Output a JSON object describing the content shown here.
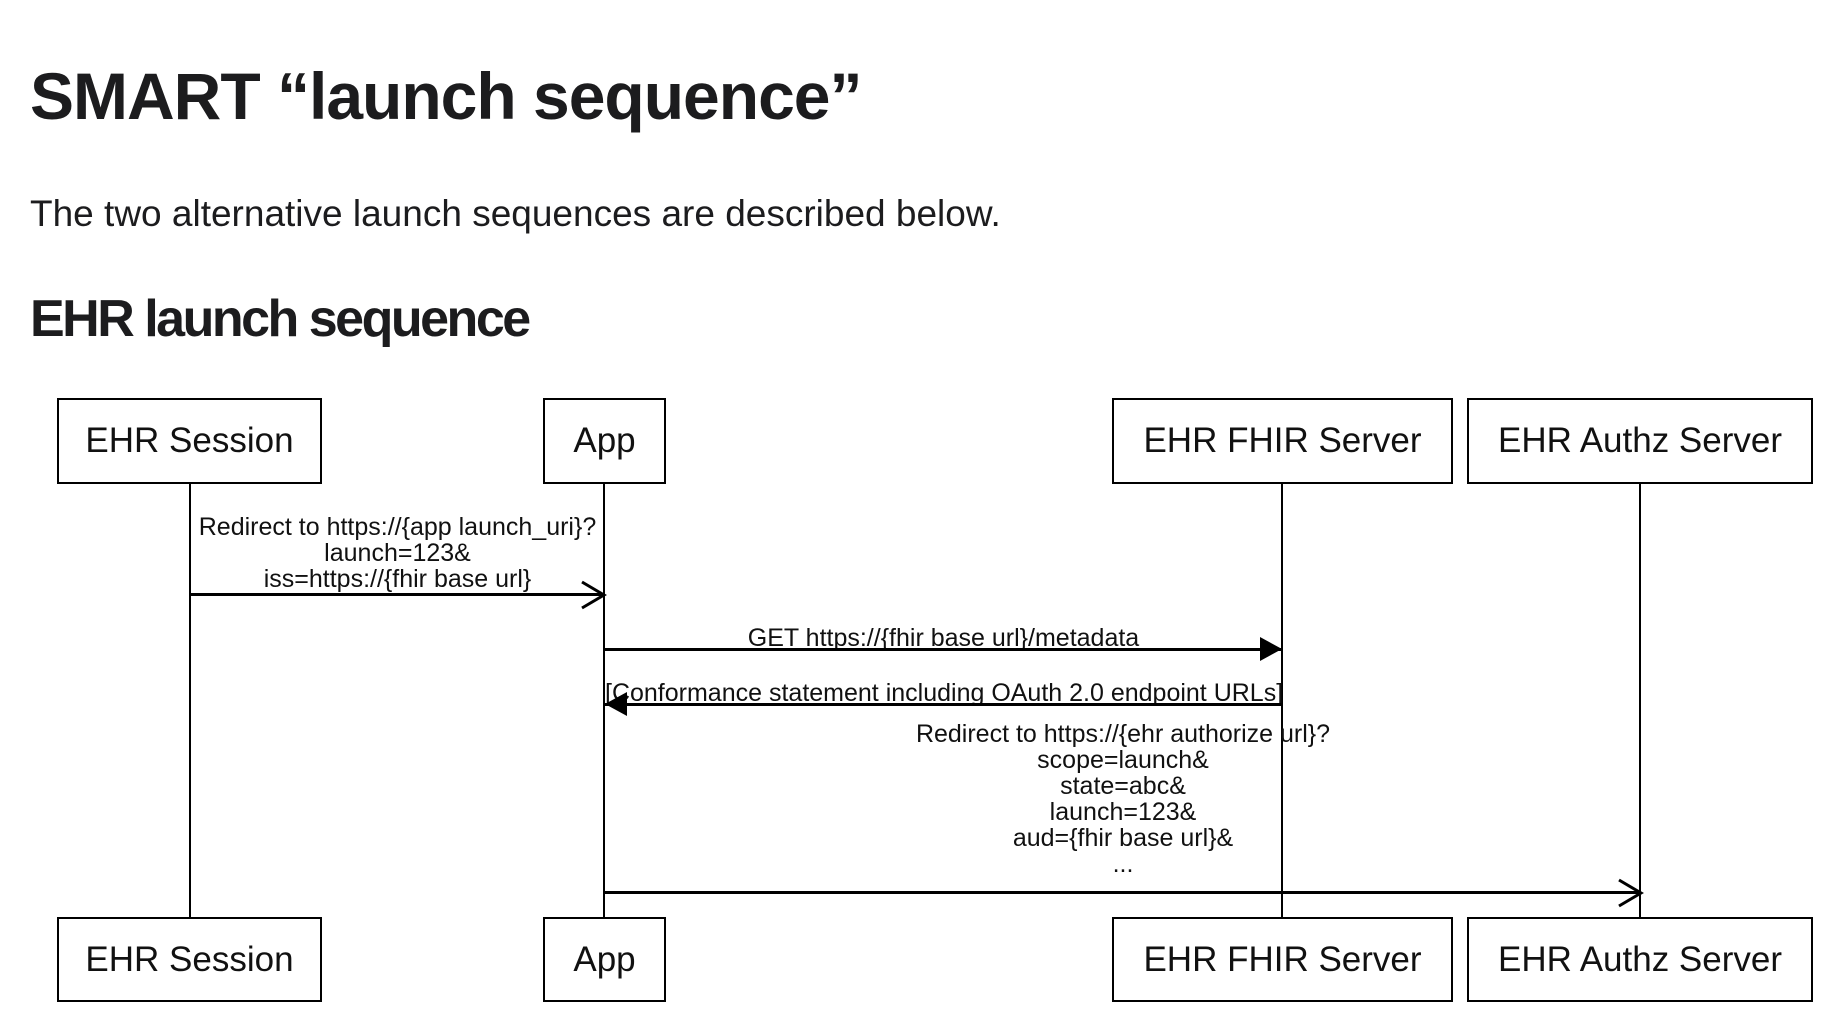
{
  "page": {
    "title": "SMART “launch sequence”",
    "intro": "The two alternative launch sequences are described below.",
    "section_heading": "EHR launch sequence"
  },
  "diagram": {
    "colors": {
      "line": "#000000",
      "text": "#111111",
      "background": "#ffffff"
    },
    "actors": [
      {
        "label": "EHR Session"
      },
      {
        "label": "App"
      },
      {
        "label": "EHR FHIR Server"
      },
      {
        "label": "EHR Authz Server"
      }
    ],
    "messages": [
      {
        "from": "EHR Session",
        "to": "App",
        "arrowhead": "open",
        "lines": [
          "Redirect to https://{app launch_uri}?",
          "launch=123&",
          "iss=https://{fhir base url}"
        ]
      },
      {
        "from": "App",
        "to": "EHR FHIR Server",
        "arrowhead": "filled",
        "lines": [
          "GET https://{fhir base url}/metadata"
        ]
      },
      {
        "from": "EHR FHIR Server",
        "to": "App",
        "arrowhead": "filled",
        "lines": [
          "[Conformance statement including OAuth 2.0 endpoint URLs]"
        ]
      },
      {
        "from": "App",
        "to": "EHR Authz Server",
        "arrowhead": "open",
        "lines": [
          "Redirect to https://{ehr authorize url}?",
          "scope=launch&",
          "state=abc&",
          "launch=123&",
          "aud={fhir base url}&",
          "..."
        ]
      }
    ]
  }
}
